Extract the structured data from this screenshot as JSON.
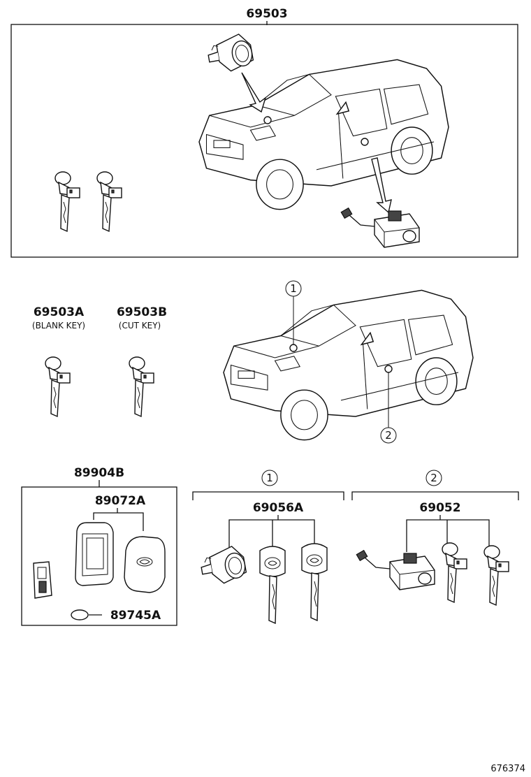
{
  "labels": {
    "top_assembly": "69503",
    "blank_key": "69503A",
    "blank_key_note": "(BLANK KEY)",
    "cut_key": "69503B",
    "cut_key_note": "(CUT KEY)",
    "smart_key_set": "89904B",
    "key_case": "89072A",
    "battery": "89745A",
    "cylinder_key_set": "69056A",
    "door_cylinder_set": "69052",
    "callout_1": "1",
    "callout_2": "2",
    "reference_number": "676374"
  }
}
